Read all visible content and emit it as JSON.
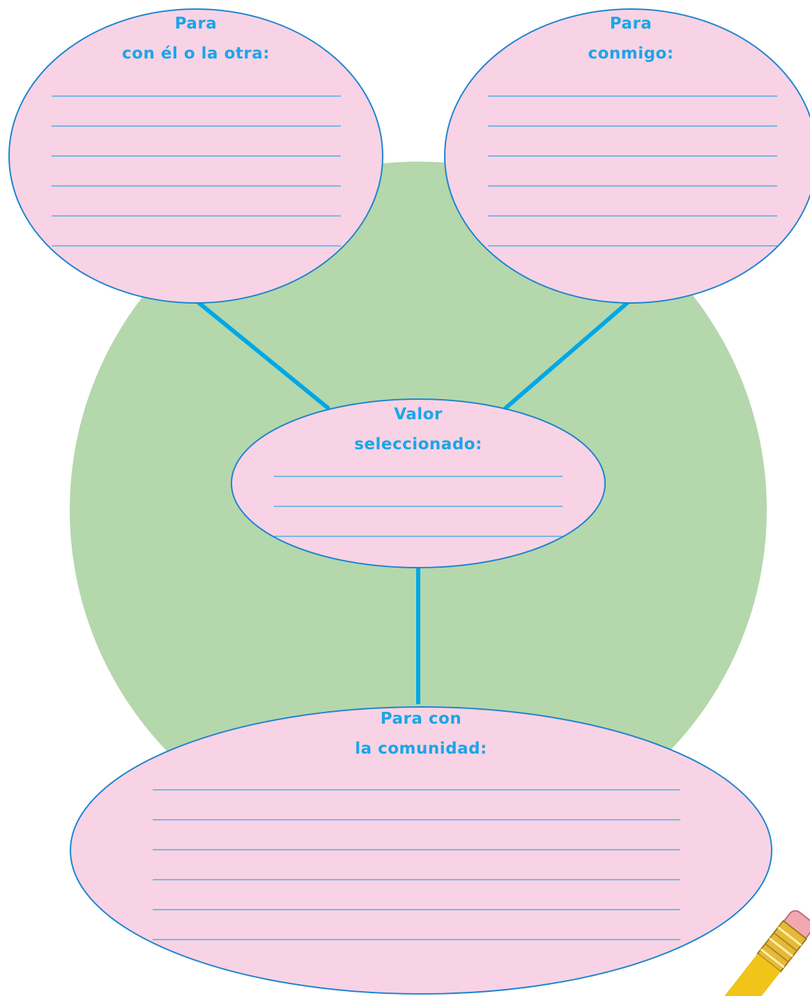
{
  "colors": {
    "background": "#ffffff",
    "green_circle": "#b5d7ac",
    "bubble_fill": "#f8d3e5",
    "bubble_stroke": "#1e84d0",
    "write_line": "#2aa8e0",
    "connector": "#00a8e6",
    "text": "#1aa5e8"
  },
  "bubbles": {
    "left": {
      "title_line1": "Para",
      "title_line2": "con él o la otra:",
      "write_lines": 6
    },
    "right": {
      "title_line1": "Para",
      "title_line2": "conmigo:",
      "write_lines": 6
    },
    "center": {
      "title_line1": "Valor",
      "title_line2": "seleccionado:",
      "write_lines": 3
    },
    "bottom": {
      "title_line1": "Para con",
      "title_line2": "la comunidad:",
      "write_lines": 6
    }
  },
  "decoration": {
    "pencil_icon": "pencil-icon"
  }
}
